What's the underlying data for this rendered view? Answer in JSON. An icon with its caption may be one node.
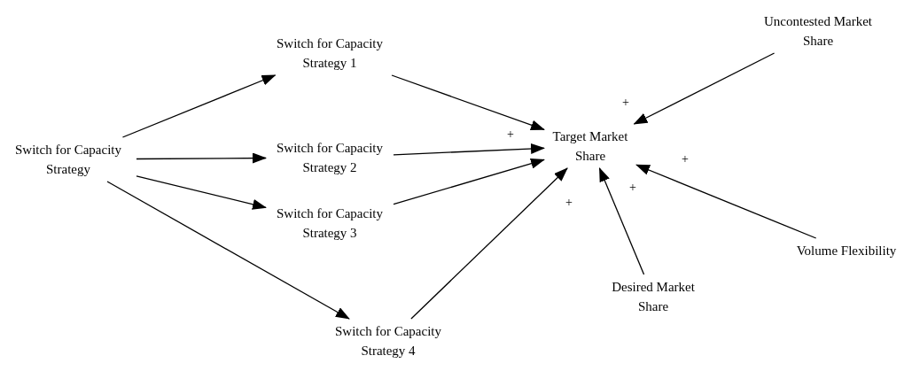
{
  "diagram": {
    "nodes": [
      {
        "text": [
          "Switch for Capacity Strategy"
        ]
      },
      {
        "text": [
          "Switch for Capacity Strategy 1"
        ]
      },
      {
        "text": [
          "Switch for Capacity Strategy 2"
        ]
      },
      {
        "text": [
          "Switch for Capacity Strategy 3"
        ]
      },
      {
        "text": [
          "Switch for Capacity Strategy 4"
        ]
      },
      {
        "text": [
          "Target Market Share"
        ]
      },
      {
        "text": [
          "Uncontested Market Share"
        ]
      },
      {
        "text": [
          "Volume Flexibility"
        ]
      },
      {
        "text": [
          "Desired Market Share"
        ]
      }
    ],
    "edges": [
      {
        "from": 0,
        "to": 1,
        "arrow": "to"
      },
      {
        "from": 0,
        "to": 2,
        "arrow": "to"
      },
      {
        "from": 0,
        "to": 3,
        "arrow": "to"
      },
      {
        "from": 0,
        "to": 4,
        "arrow": "to"
      },
      {
        "from": 1,
        "to": 5,
        "arrow": "to"
      },
      {
        "from": 2,
        "to": 5,
        "arrow": "to"
      },
      {
        "from": 3,
        "to": 5,
        "arrow": "to"
      },
      {
        "from": 4,
        "to": 5,
        "arrow": "to"
      },
      {
        "from": 6,
        "to": 5,
        "arrow": "to"
      },
      {
        "from": 8,
        "to": 5,
        "arrow": "to"
      },
      {
        "from": 7,
        "to": 5,
        "arrow": "to"
      }
    ],
    "labels": [
      "+",
      "+",
      "+",
      "+",
      "+"
    ]
  }
}
